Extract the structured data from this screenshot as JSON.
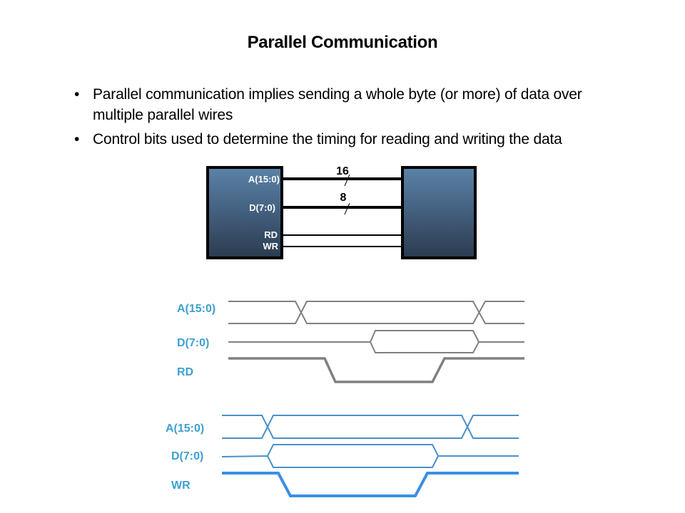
{
  "slide": {
    "title": "Parallel Communication",
    "bullets": [
      {
        "marker": "•",
        "text": "Parallel communication implies sending a whole byte (or more) of data over multiple parallel wires"
      },
      {
        "marker": "•",
        "text": "Control bits used to determine the timing for reading and writing the data"
      }
    ]
  },
  "block_diagram": {
    "ports": [
      "A(15:0)",
      "D(7:0)",
      "RD",
      "WR"
    ],
    "bus_widths": {
      "address": "16",
      "data": "8"
    },
    "colors": {
      "block_top": "#5b82a8",
      "block_bottom": "#2a3b4e",
      "border": "#000000"
    }
  },
  "timing_read": {
    "signals": [
      "A(15:0)",
      "D(7:0)",
      "RD"
    ],
    "line_color": "#808080",
    "label_color": "#3fa0d0"
  },
  "timing_write": {
    "signals": [
      "A(15:0)",
      "D(7:0)",
      "WR"
    ],
    "line_color": "#4a90c8",
    "strobe_color": "#3a8ee6",
    "label_color": "#3fa0d0"
  }
}
